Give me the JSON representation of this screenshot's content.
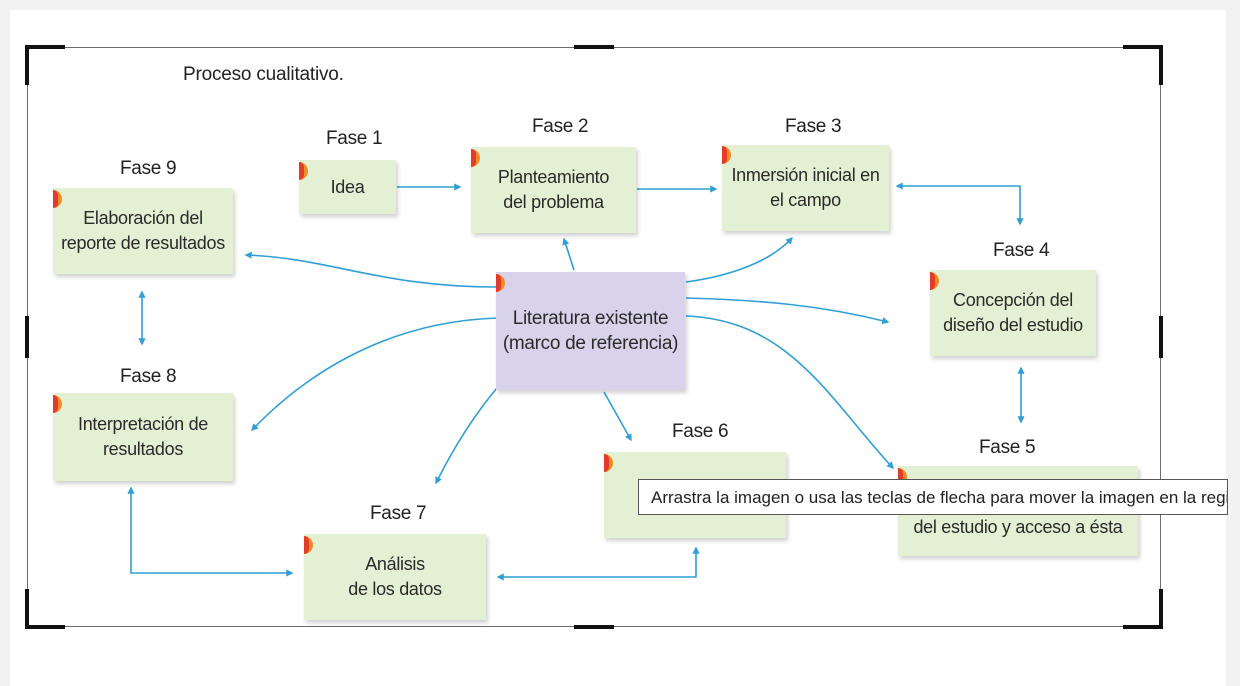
{
  "title": "Proceso cualitativo.",
  "phases": {
    "f1": "Fase 1",
    "f2": "Fase 2",
    "f3": "Fase 3",
    "f4": "Fase 4",
    "f5": "Fase 5",
    "f6": "Fase 6",
    "f7": "Fase 7",
    "f8": "Fase 8",
    "f9": "Fase 9"
  },
  "boxes": {
    "idea": "Idea",
    "planteamiento": "Planteamiento\ndel problema",
    "inmersion": "Inmersión inicial en\nel campo",
    "concepcion": "Concepción del\ndiseño del estudio",
    "muestra": "del estudio y acceso a ésta",
    "recoleccion": "de los datos",
    "analisis": "Análisis\nde los datos",
    "interpretacion": "Interpretación de\nresultados",
    "elaboracion": "Elaboración del\nreporte de resultados",
    "central": "Literatura existente\n(marco de referencia)"
  },
  "tooltip": "Arrastra la imagen o usa las teclas de flecha para mover la imagen en la regió",
  "colors": {
    "box": "#e4f0d4",
    "central": "#d8d3ea",
    "arrow": "#2f9fd6"
  }
}
